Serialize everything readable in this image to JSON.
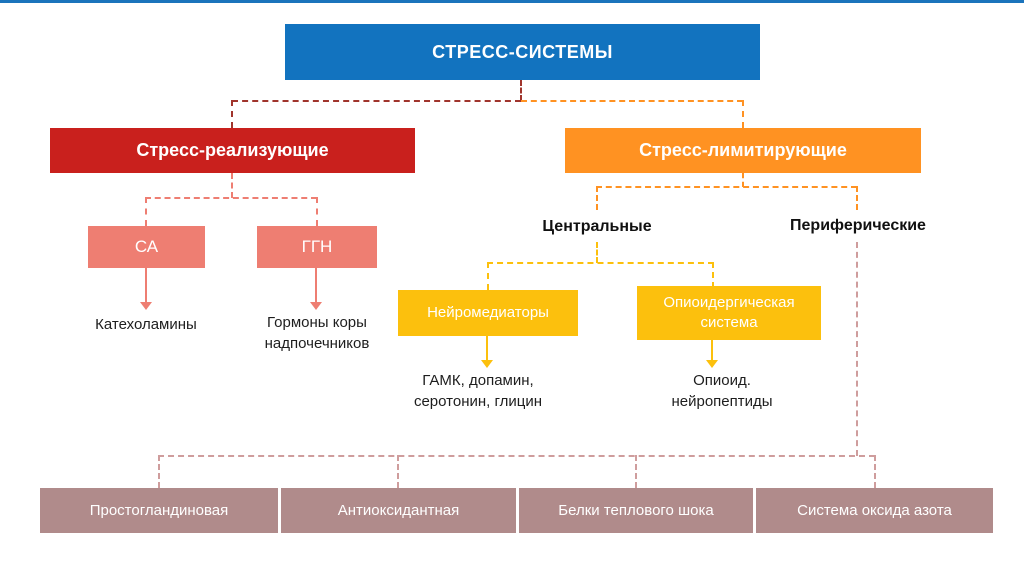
{
  "colors": {
    "root_blue": "#1273bf",
    "realizing_red": "#c9201d",
    "limiting_orange": "#ff9222",
    "salmon": "#ee7e72",
    "yellow": "#fcc00d",
    "mauve": "#b08b8b",
    "connector_darkred": "#a0342c",
    "connector_rose": "#cf9d9d",
    "bottom_accent_blue": "#1b74bc"
  },
  "root": {
    "label": "СТРЕСС-СИСТЕМЫ"
  },
  "branches": {
    "realizing": {
      "label": "Стресс-реализующие"
    },
    "limiting": {
      "label": "Стресс-лимитирующие"
    }
  },
  "realizing": {
    "sa": {
      "label": "СА",
      "result": "Катехоламины"
    },
    "ggn": {
      "label": "ГГН",
      "result": "Гормоны коры надпочечников"
    }
  },
  "limiting": {
    "central_label": "Центральные",
    "peripheral_label": "Периферические",
    "neurotransmitters": {
      "label": "Нейромедиаторы",
      "result": "ГАМК, допамин, серотонин, глицин"
    },
    "opioid": {
      "label": "Опиоидергическая система",
      "result": "Опиоид. нейропептиды"
    }
  },
  "peripheral_systems": [
    "Простогландиновая",
    "Антиоксидантная",
    "Белки теплового шока",
    "Система оксида азота"
  ]
}
